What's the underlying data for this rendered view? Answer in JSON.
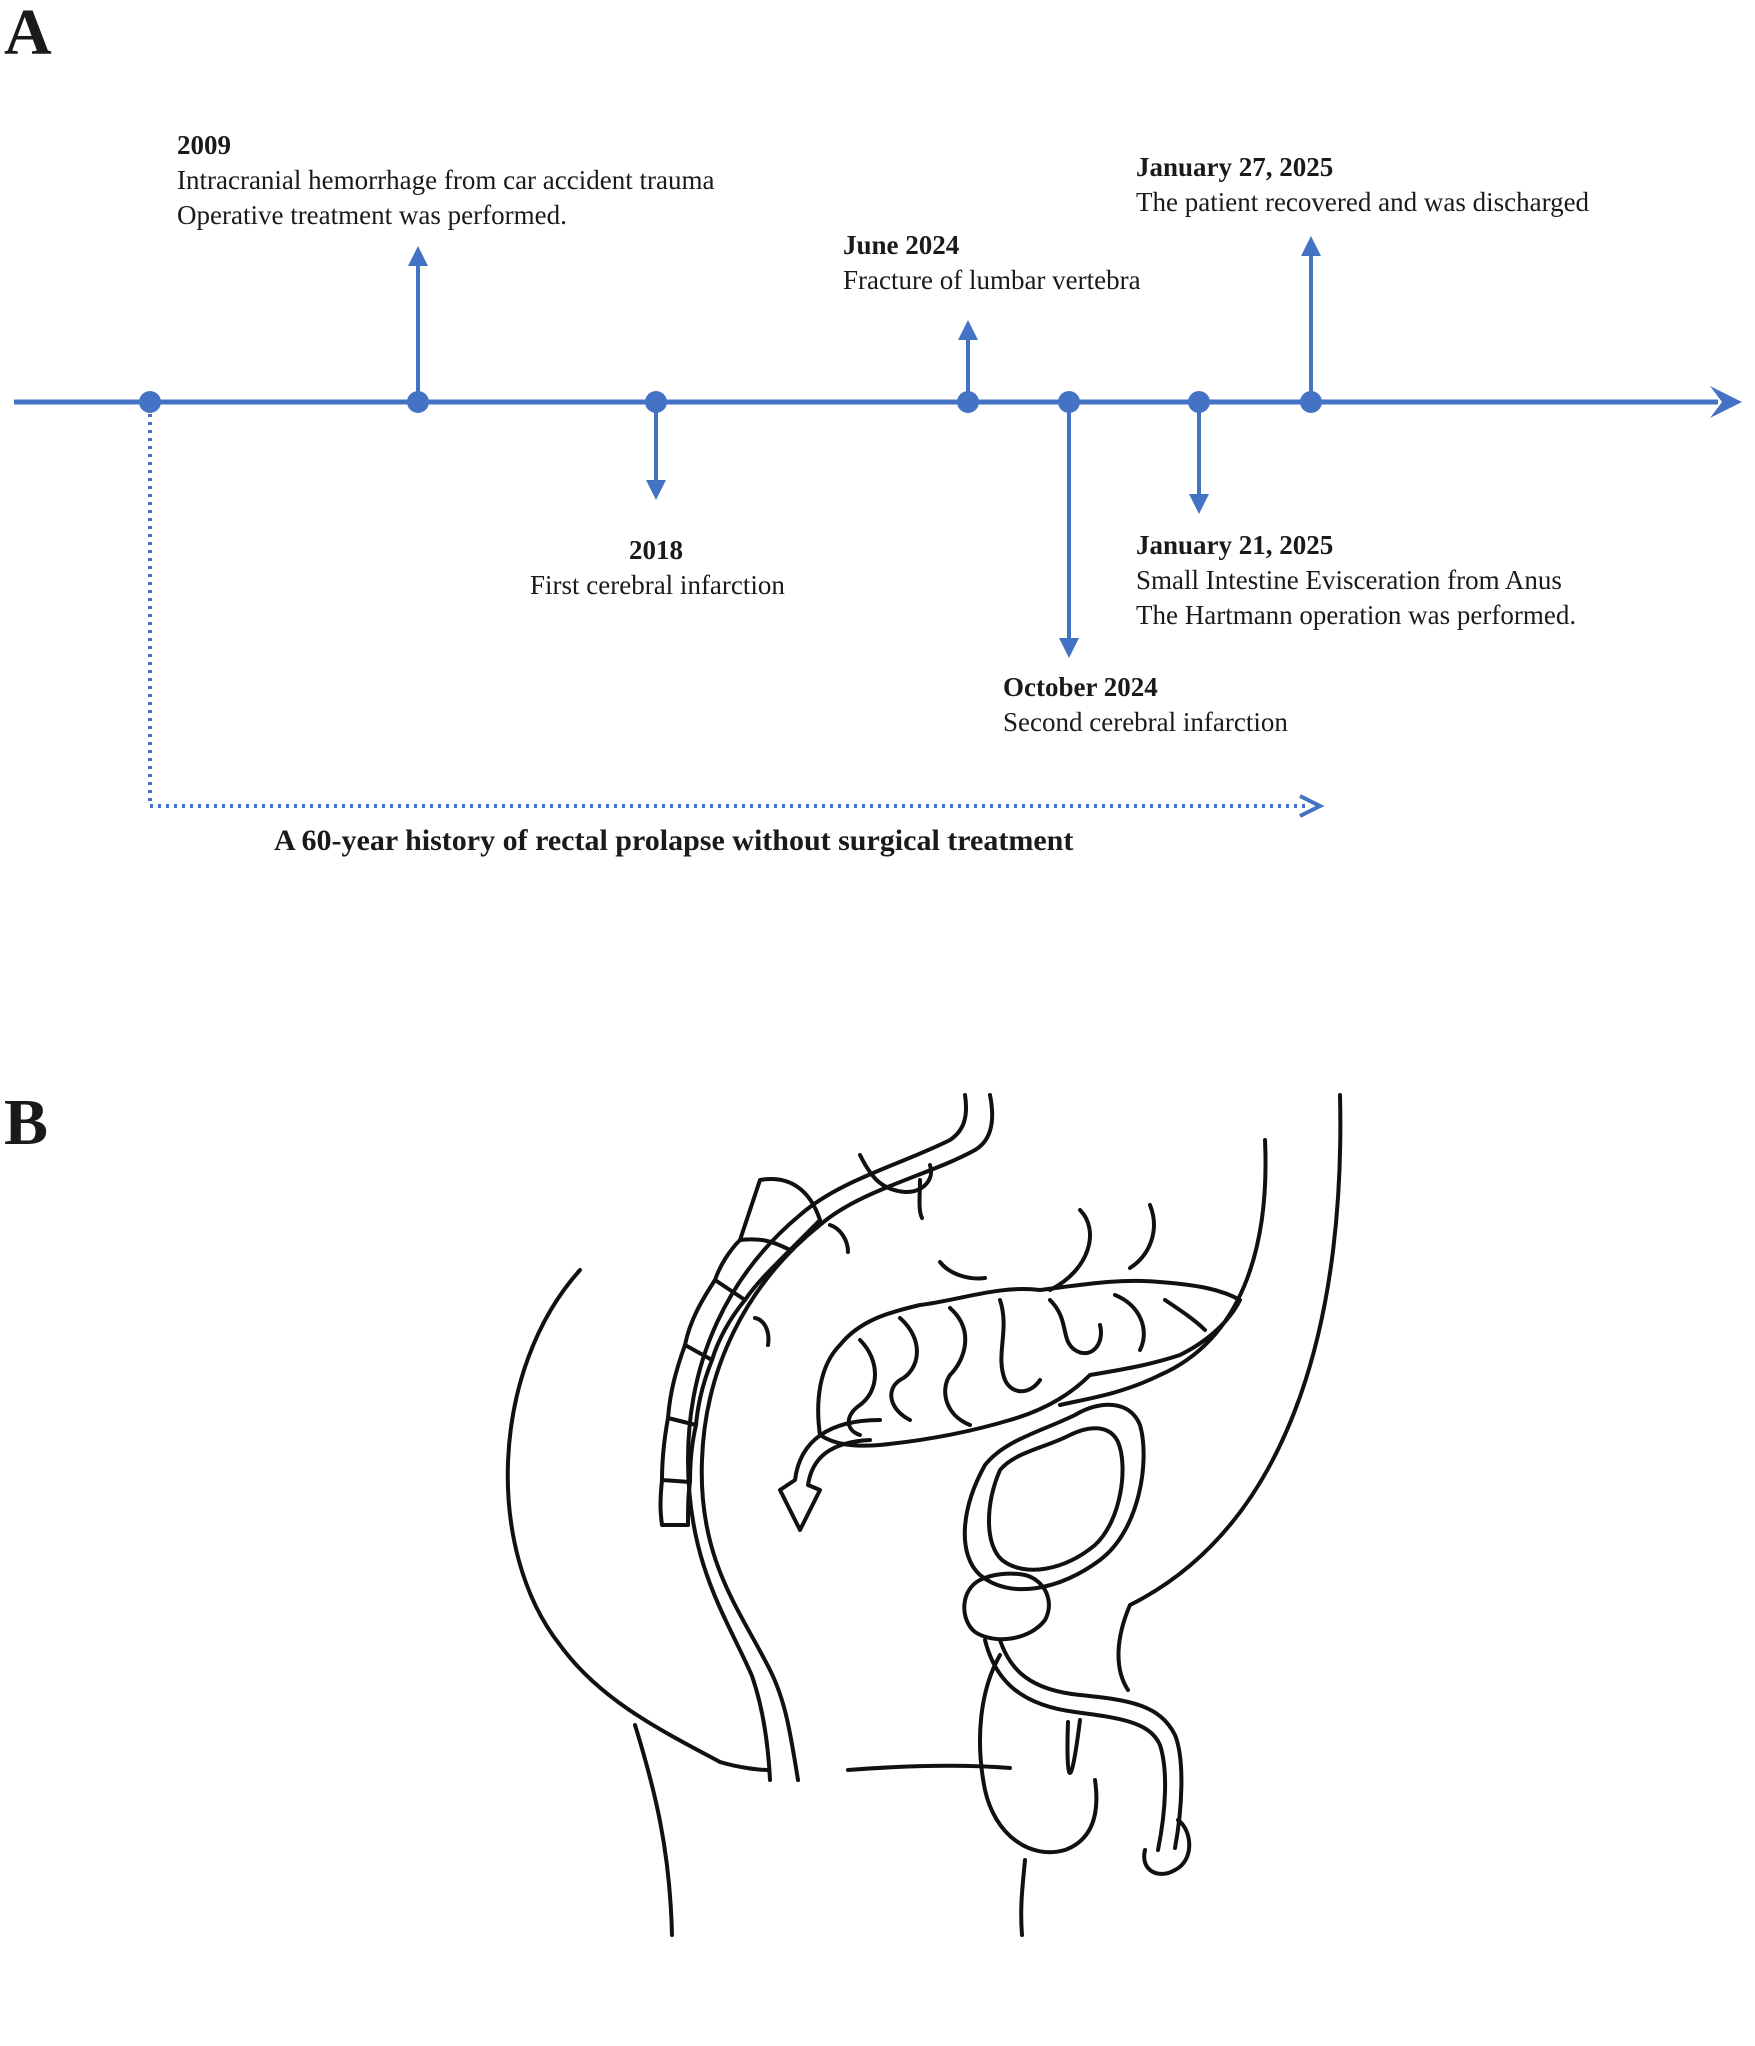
{
  "panels": {
    "a": "A",
    "b": "B"
  },
  "colors": {
    "timeline": "#4472c4",
    "text": "#1a1a1a",
    "drawing": "#111111"
  },
  "events": [
    {
      "date": "2009",
      "lines": [
        "Intracranial hemorrhage from car accident trauma",
        "Operative treatment was performed."
      ]
    },
    {
      "date": "2018",
      "lines": [
        "First cerebral infarction"
      ]
    },
    {
      "date": "June 2024",
      "lines": [
        "Fracture of lumbar vertebra"
      ]
    },
    {
      "date": "October 2024",
      "lines": [
        "Second cerebral infarction"
      ]
    },
    {
      "date": "January 21, 2025",
      "lines": [
        "Small Intestine Evisceration from Anus",
        "The Hartmann operation was performed."
      ]
    },
    {
      "date": "January 27, 2025",
      "lines": [
        "The patient recovered and was discharged"
      ]
    }
  ],
  "history": "A 60-year history of rectal prolapse without surgical treatment",
  "illustration": {
    "icon": "sagittal-pelvis-small-intestine-evisceration-illustration"
  }
}
